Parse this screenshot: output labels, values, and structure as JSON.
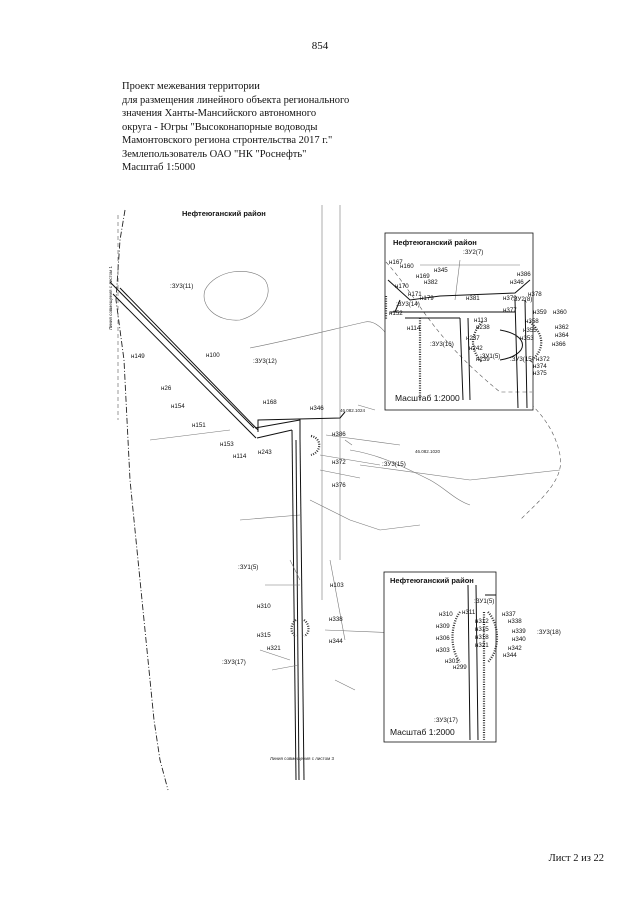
{
  "page_number": "854",
  "title_lines": [
    "Проект межевания территории",
    "для размещения линейного объекта регионального",
    "значения Ханты-Мансийского автономного",
    "округа - Югры \"Высоконапорные водоводы",
    "Мамонтовского региона стронтельства 2017 г.\"",
    "Землепользователь ОАО \"НК \"Роснефть\"",
    "Масштаб 1:5000"
  ],
  "main_map": {
    "region_label": "Нефтеюганский район",
    "match_line_top": "Линия совмещения с листом 1",
    "match_line_bottom": "Линия совмещения с листом 3",
    "small_labels": [
      "46.082.1024",
      "46.082.1020"
    ],
    "parcels": [
      ":ЗУ3(11)",
      ":ЗУ3(12)",
      ":ЗУ3(15)",
      ":ЗУ1(5)",
      ":ЗУ3(17)"
    ],
    "points": [
      "н149",
      "н100",
      "н26",
      "н154",
      "н151",
      "н168",
      "н346",
      "н153",
      "н114",
      "н243",
      "н386",
      "н372",
      "н376",
      "н103",
      "н310",
      "н338",
      "н315",
      "н344",
      "н321"
    ]
  },
  "inset_top": {
    "region_label": "Нефтеюганский район",
    "scale": "Масштаб 1:2000",
    "parcels": [
      ":ЗУ2(7)",
      ":ЗУ2(8)",
      ":ЗУ3(14)",
      ":ЗУ3(16)",
      ":ЗУ1(5)",
      ":ЗУ3(15)"
    ],
    "points": [
      "н167",
      "н160",
      "н169",
      "н345",
      "н382",
      "н386",
      "н346",
      "н170",
      "н171",
      "н179",
      "н381",
      "н379",
      "н378",
      "н152",
      "н113",
      "н377",
      "н359",
      "н360",
      "н114",
      "н238",
      "н358",
      "н362",
      "н237",
      "н355",
      "н364",
      "н242",
      "н353",
      "н366",
      "н239",
      "н372",
      "н374",
      "н375"
    ]
  },
  "inset_bottom": {
    "region_label": "Нефтеюганский район",
    "scale": "Масштаб 1:2000",
    "parcels": [
      ":ЗУ1(5)",
      ":ЗУ3(18)",
      ":ЗУ3(17)"
    ],
    "points": [
      "н311",
      "н310",
      "н337",
      "н312",
      "н338",
      "н309",
      "н315",
      "н339",
      "н306",
      "н318",
      "н340",
      "н303",
      "н321",
      "н342",
      "н301",
      "н344",
      "н299"
    ]
  },
  "sheet_footer": "Лист 2 из 22"
}
